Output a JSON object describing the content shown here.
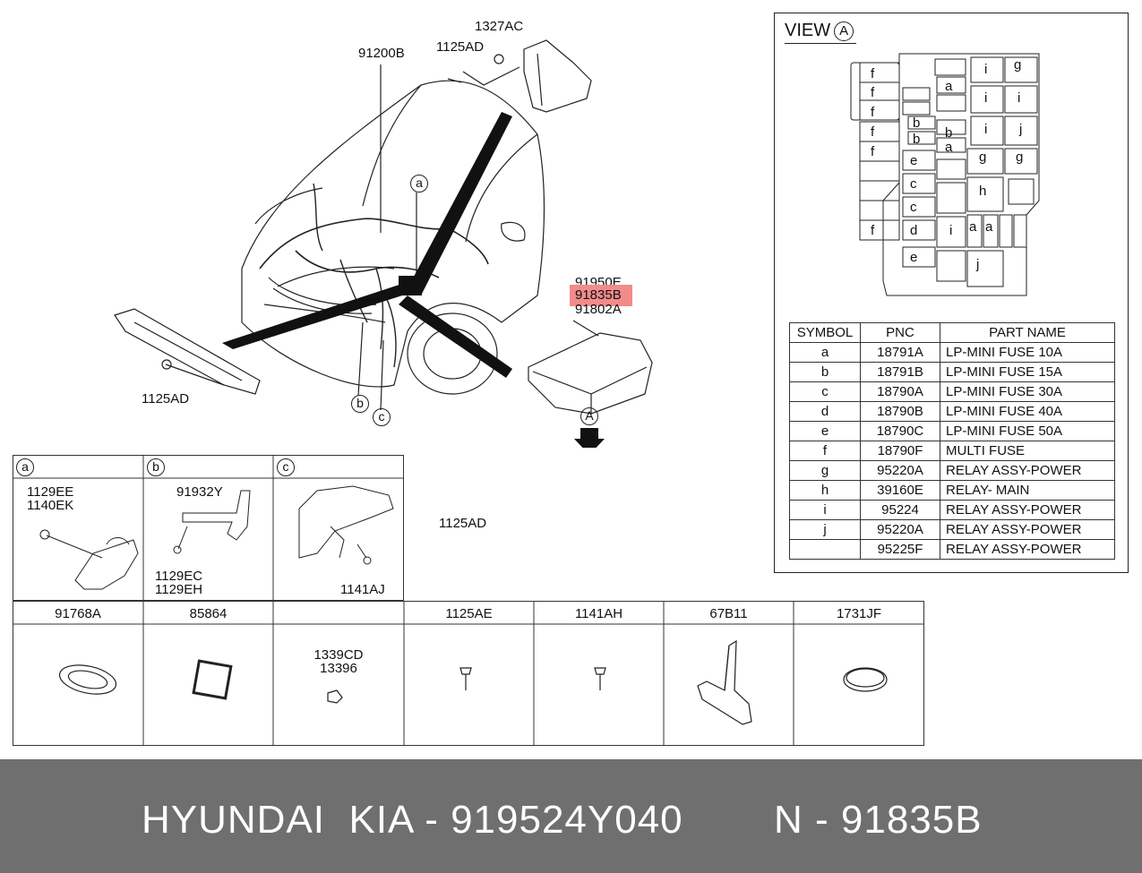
{
  "callouts": {
    "harness_main": "91200B",
    "bracket_nut": "1327AC",
    "bracket_bolt": "1125AD",
    "rail_bolt": "1125AD",
    "box_bolt": "1125AD",
    "box_parts": [
      "91950E",
      "91835B",
      "91802A"
    ],
    "circle_a": "a",
    "circle_b": "b",
    "circle_c": "c",
    "circle_view": "A"
  },
  "highlight_color": "#f28b8b",
  "view": {
    "title": "VIEW",
    "marker": "A",
    "cells": {
      "f1": "f",
      "f2": "f",
      "f3": "f",
      "f4": "f",
      "f5": "f",
      "f6": "f",
      "a1": "a",
      "a2": "a",
      "a3": "a",
      "a4": "a",
      "b1": "b",
      "b2": "b",
      "b3": "b",
      "c1": "c",
      "c2": "c",
      "d1": "d",
      "e1": "e",
      "e2": "e",
      "g1": "g",
      "g2": "g",
      "g3": "g",
      "h1": "h",
      "i1": "i",
      "i2": "i",
      "i3": "i",
      "i4": "i",
      "i5": "i",
      "j1": "j",
      "j2": "j"
    }
  },
  "parts_table": {
    "headers": [
      "SYMBOL",
      "PNC",
      "PART NAME"
    ],
    "rows": [
      [
        "a",
        "18791A",
        "LP-MINI FUSE 10A"
      ],
      [
        "b",
        "18791B",
        "LP-MINI FUSE 15A"
      ],
      [
        "c",
        "18790A",
        "LP-MINI FUSE 30A"
      ],
      [
        "d",
        "18790B",
        "LP-MINI FUSE 40A"
      ],
      [
        "e",
        "18790C",
        "LP-MINI FUSE 50A"
      ],
      [
        "f",
        "18790F",
        "MULTI FUSE"
      ],
      [
        "g",
        "95220A",
        "RELAY ASSY-POWER"
      ],
      [
        "h",
        "39160E",
        "RELAY- MAIN"
      ],
      [
        "i",
        "95224",
        "RELAY ASSY-POWER"
      ],
      [
        "j",
        "95220A",
        "RELAY ASSY-POWER"
      ],
      [
        "",
        "95225F",
        "RELAY ASSY-POWER"
      ]
    ]
  },
  "detail_grid": {
    "headers": [
      "a",
      "b",
      "c"
    ],
    "a_parts": [
      "1129EE",
      "1140EK"
    ],
    "b_parts_top": "91932Y",
    "b_parts_bottom": [
      "1129EC",
      "1129EH"
    ],
    "c_parts": "1141AJ"
  },
  "parts_grid": {
    "headers": [
      "91768A",
      "85864",
      "",
      "1125AE",
      "1141AH",
      "67B11",
      "1731JF"
    ],
    "nut_labels": [
      "1339CD",
      "13396"
    ]
  },
  "banner": {
    "brand": "HYUNDAI  KIA - 919524Y040",
    "ref": "N - 91835B"
  }
}
